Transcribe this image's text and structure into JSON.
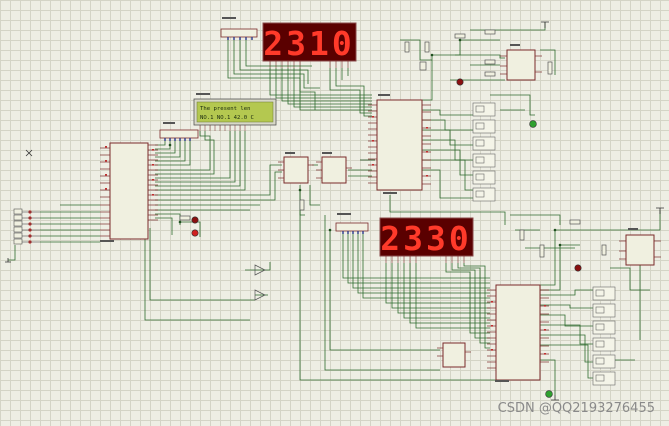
{
  "displays": {
    "top": "2310",
    "bottom": "2330"
  },
  "lcd": {
    "line1": "The present len",
    "line2": "NO.1 NO.1 42.0 C"
  },
  "watermark": "CSDN @QQ2193276455",
  "colors": {
    "segment_on": "#ff3a2a",
    "segment_bg": "#5a0000",
    "lcd_bg": "#b4c850",
    "wire": "#2e6b2e",
    "component_border": "#7a2a2a",
    "led_green": "#2fa02f",
    "led_red": "#d02020"
  }
}
